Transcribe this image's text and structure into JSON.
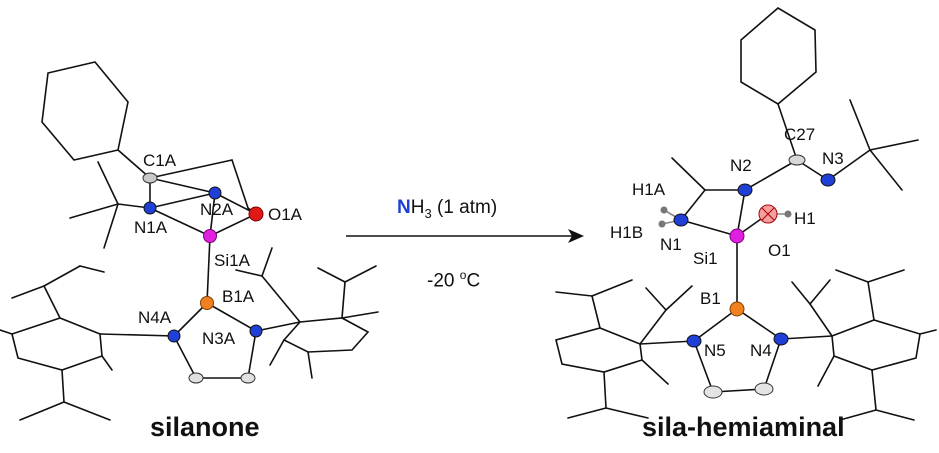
{
  "reaction": {
    "reagent_element": "N",
    "reagent_h": "H",
    "reagent_sub": "3",
    "reagent_rest": " (1 atm)",
    "condition_temp": "-20 ",
    "condition_deg": "o",
    "condition_unit": "C"
  },
  "left": {
    "caption": "silanone",
    "labels": [
      "C1A",
      "N2A",
      "O1A",
      "N1A",
      "Si1A",
      "N4A",
      "B1A",
      "N3A"
    ]
  },
  "right": {
    "caption": "sila-hemiaminal",
    "labels": [
      "C27",
      "N2",
      "N3",
      "H1A",
      "H1B",
      "N1",
      "Si1",
      "O1",
      "H1",
      "B1",
      "N5",
      "N4"
    ]
  },
  "colors": {
    "nitrogen": "#1f3fd6",
    "silicon": "#e020e0",
    "oxygen": "#e01818",
    "boron": "#f08020",
    "carbon": "#c8c8c8",
    "bond": "#111111"
  }
}
